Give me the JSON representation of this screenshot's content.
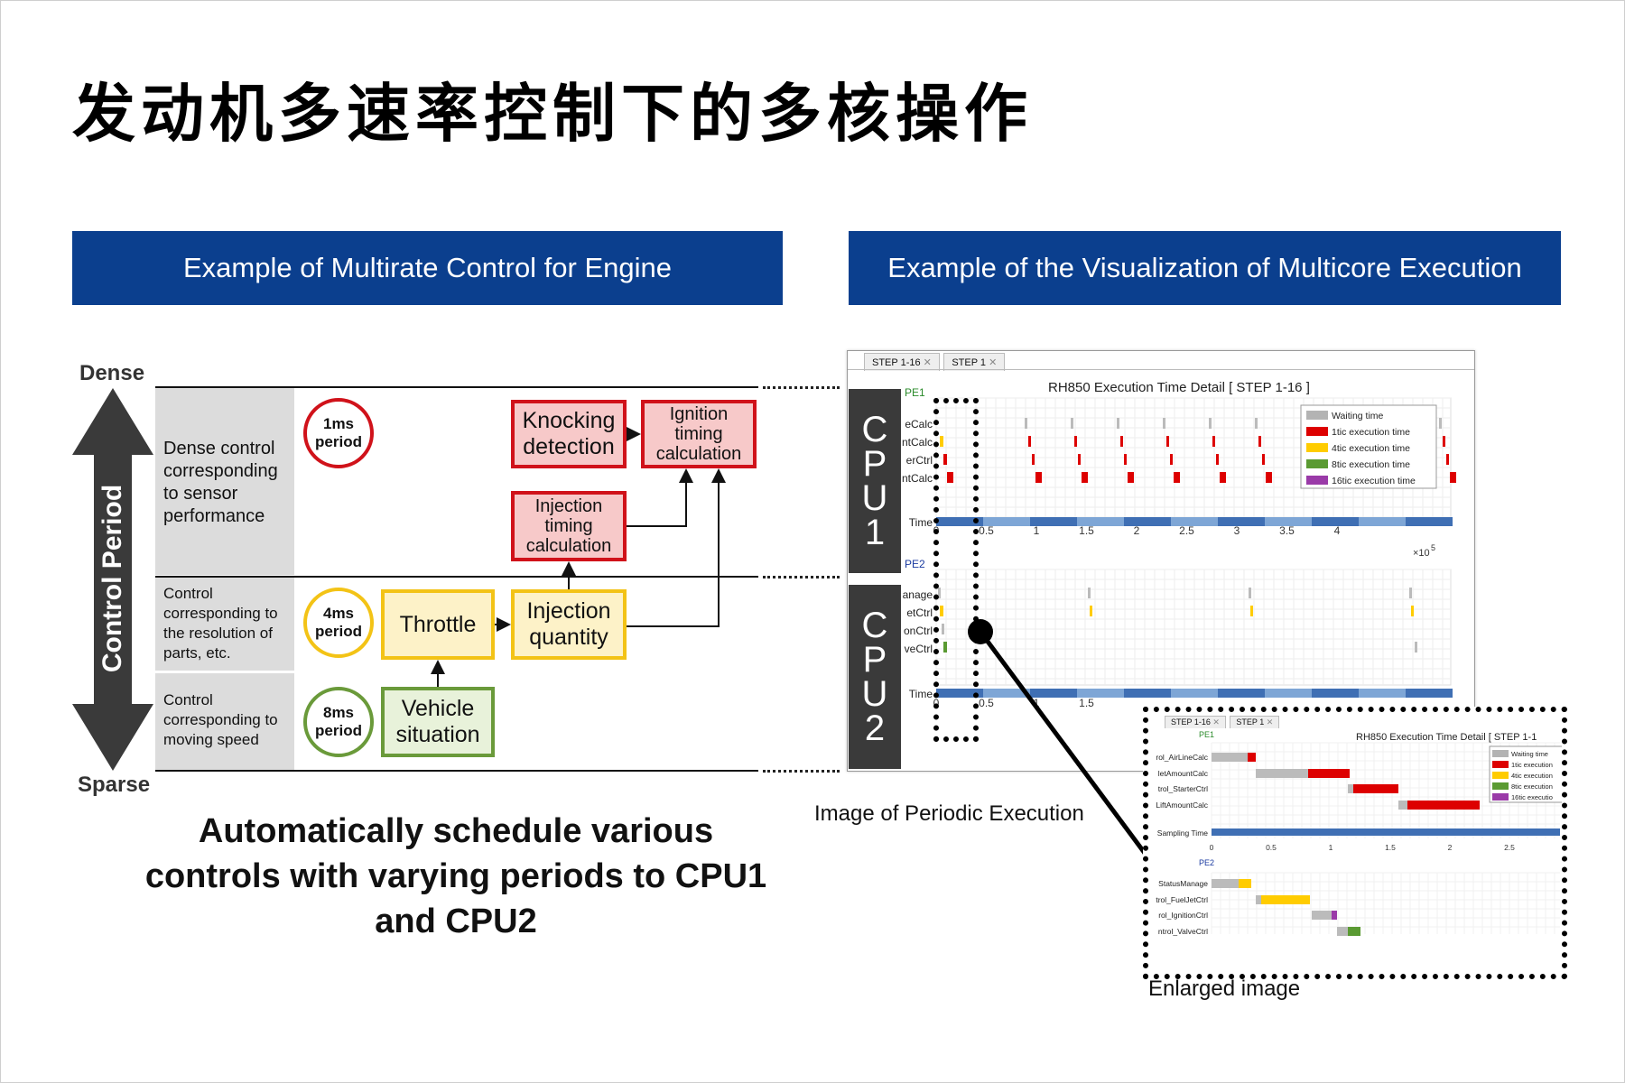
{
  "title": "发动机多速率控制下的多核操作",
  "left_banner": "Example of Multirate Control for Engine",
  "right_banner": "Example of the Visualization of Multicore Execution",
  "axis": {
    "top": "Dense",
    "bottom": "Sparse",
    "arrow_label": "Control Period"
  },
  "rows": [
    {
      "desc": "Dense control corresponding to sensor performance",
      "period_value": "1ms",
      "period_unit": "period",
      "color": "#d0121a"
    },
    {
      "desc": "Control corresponding to the resolution of parts, etc.",
      "period_value": "4ms",
      "period_unit": "period",
      "color": "#f3c316"
    },
    {
      "desc": "Control corresponding to moving speed",
      "period_value": "8ms",
      "period_unit": "period",
      "color": "#6a9a3a"
    }
  ],
  "blocks": {
    "knocking": "Knocking detection",
    "ignition": "Ignition timing calculation",
    "inj_timing": "Injection timing calculation",
    "throttle": "Throttle",
    "inj_qty": "Injection quantity",
    "vehicle": "Vehicle situation"
  },
  "caption": "Automatically schedule various controls with varying periods to CPU1 and CPU2",
  "cpu1": [
    "C",
    "P",
    "U",
    "1"
  ],
  "cpu2": [
    "C",
    "P",
    "U",
    "2"
  ],
  "main_window": {
    "tabs": [
      "STEP 1-16",
      "STEP 1"
    ],
    "chart_title": "RH850 Execution Time Detail  [ STEP 1-16 ]",
    "pe1": "PE1",
    "pe2": "PE2",
    "pe1_rows": [
      "eCalc",
      "ntCalc",
      "erCtrl",
      "ntCalc",
      "Time"
    ],
    "pe2_rows": [
      "anage",
      "etCtrl",
      "onCtrl",
      "veCtrl",
      "Time"
    ],
    "x_ticks": [
      "0",
      "0.5",
      "1",
      "1.5",
      "2",
      "2.5",
      "3",
      "3.5",
      "4"
    ],
    "x_ticks_pe2": [
      "0",
      "0.5",
      "1",
      "1.5"
    ],
    "x_scale": "×10",
    "x_scale_exp": "5",
    "legend": [
      "Waiting time",
      "1tic execution time",
      "4tic execution time",
      "8tic execution time",
      "16tic execution time"
    ],
    "legend_colors": [
      "#b3b3b3",
      "#dd0000",
      "#ffcc00",
      "#5a9a32",
      "#9a3aa8"
    ]
  },
  "enlarged_window": {
    "tabs": [
      "STEP 1-16",
      "STEP 1"
    ],
    "chart_title": "RH850 Execution Time Detail  [ STEP 1-1",
    "pe1": "PE1",
    "pe2": "PE2",
    "pe1_rows": [
      "rol_AirLineCalc",
      "letAmountCalc",
      "trol_StarterCtrl",
      "LiftAmountCalc",
      "Sampling Time"
    ],
    "pe2_rows": [
      "StatusManage",
      "trol_FuelJetCtrl",
      "rol_IgnitionCtrl",
      "ntrol_ValveCtrl"
    ],
    "x_ticks": [
      "0",
      "0.5",
      "1",
      "1.5",
      "2",
      "2.5"
    ],
    "legend": [
      "Waiting time",
      "1tic execution",
      "4tic execution",
      "8tic execution",
      "16tic executio"
    ]
  },
  "caption_periodic": "Image of Periodic Execution",
  "caption_enlarged": "Enlarged image"
}
